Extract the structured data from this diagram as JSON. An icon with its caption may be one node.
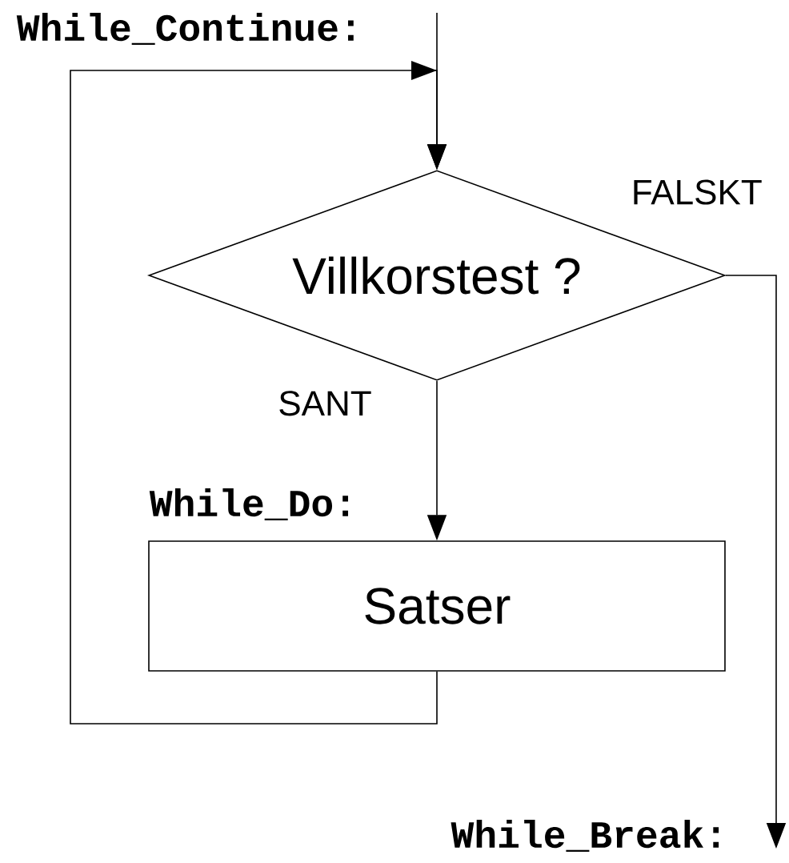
{
  "diagram": {
    "nodes": [
      {
        "text": [
          "Villkorstest ?"
        ]
      },
      {
        "text": [
          "Satser"
        ]
      }
    ],
    "edges": [
      {
        "from": null,
        "to": 0,
        "arrow": "to"
      },
      {
        "from": 0,
        "to": 1,
        "arrow": "to",
        "label": "SANT"
      },
      {
        "from": 1,
        "to": 0,
        "arrow": "to"
      },
      {
        "from": 0,
        "to": null,
        "arrow": "to",
        "label": "FALSKT"
      }
    ],
    "labels": [
      "While_Continue:",
      "While_Do:",
      "While_Break:"
    ]
  }
}
